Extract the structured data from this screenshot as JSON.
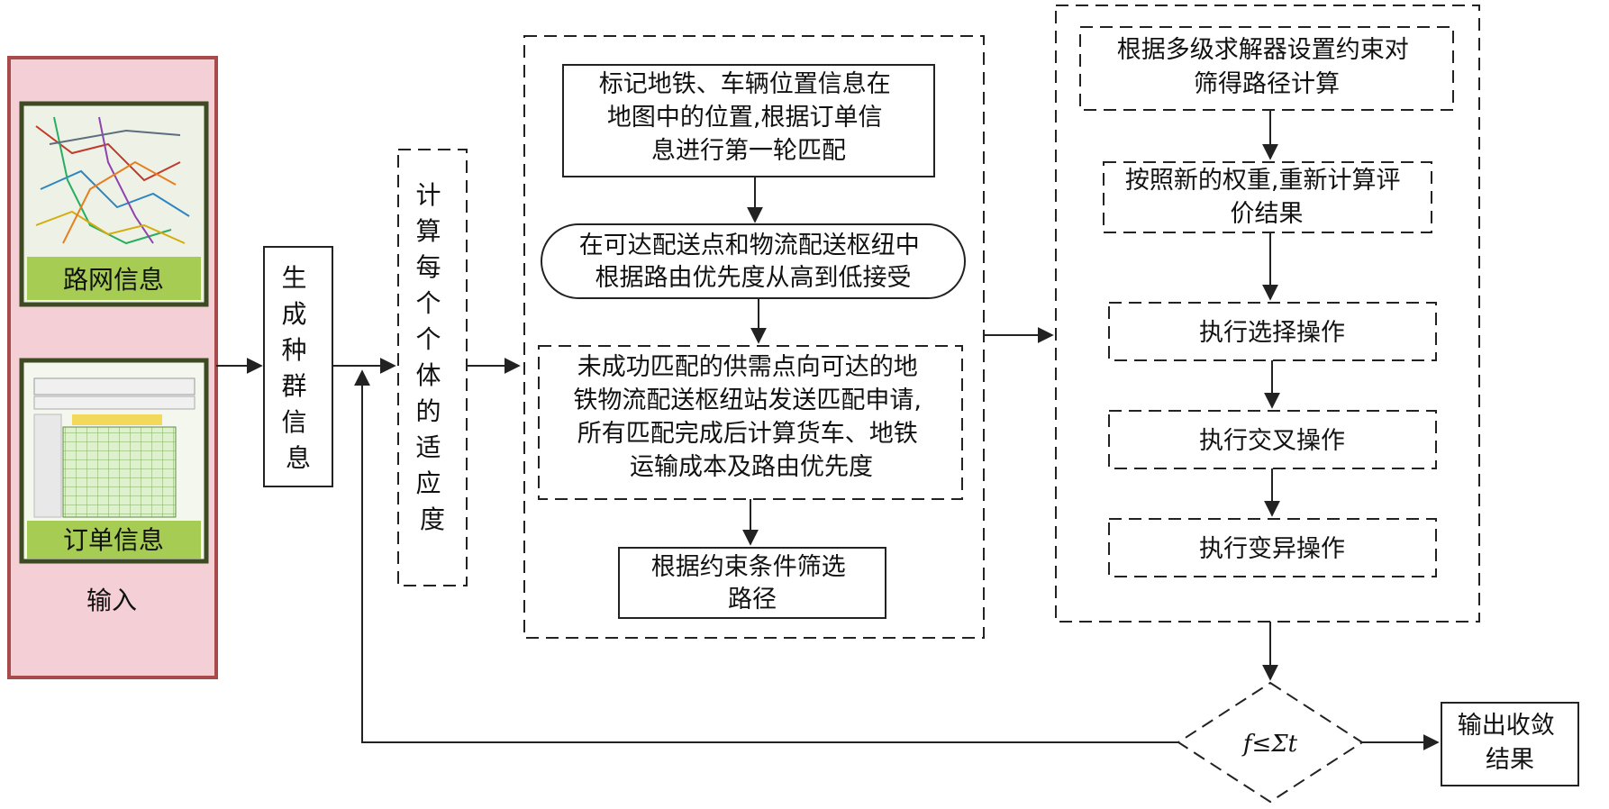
{
  "input_panel": {
    "road_network_label": "路网信息",
    "order_label": "订单信息",
    "title": "输入"
  },
  "population": {
    "lines": [
      "生",
      "成",
      "种",
      "群",
      "信",
      "息"
    ]
  },
  "fitness": {
    "lines": [
      "计",
      "算",
      "每",
      "个",
      "个",
      "体",
      "的",
      "适",
      "应",
      "度"
    ]
  },
  "stage_one": {
    "mark_positions": [
      "标记地铁、车辆位置信息在",
      "地图中的位置,根据订单信",
      "息进行第一轮匹配"
    ],
    "hub_accept": [
      "在可达配送点和物流配送枢纽中",
      "根据路由优先度从高到低接受"
    ],
    "unmatched_request": [
      "未成功匹配的供需点向可达的地",
      "铁物流配送枢纽站发送匹配申请,",
      "所有匹配完成后计算货车、地铁",
      "运输成本及路由优先度"
    ],
    "filter_paths": [
      "根据约束条件筛选",
      "路径"
    ]
  },
  "stage_two": {
    "solver_compute": [
      "根据多级求解器设置约束对",
      "筛得路径计算"
    ],
    "recompute_eval": [
      "按照新的权重,重新计算评",
      "价结果"
    ],
    "selection": "执行选择操作",
    "crossover": "执行交叉操作",
    "mutation": "执行变异操作"
  },
  "decision": {
    "condition": "f≤Σt"
  },
  "output": {
    "lines": [
      "输出收敛",
      "结果"
    ]
  },
  "colors": {
    "panel_fill": "#f4cfd6",
    "panel_border": "#a64a4a",
    "thumb_border": "#3d4a22",
    "thumb_label_bg": "#a6cc54",
    "stroke": "#222222"
  }
}
